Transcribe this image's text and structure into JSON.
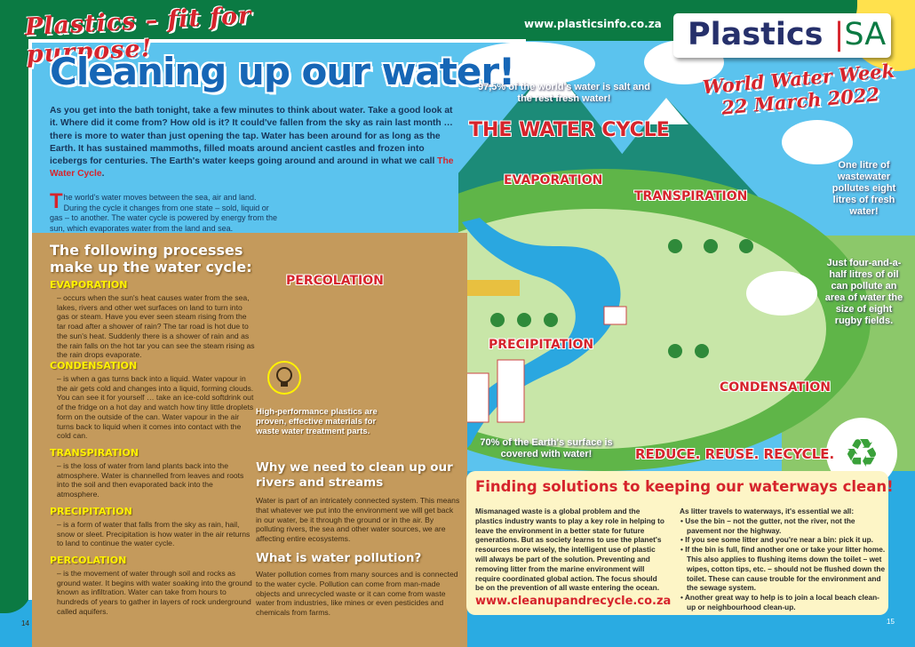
{
  "header": {
    "banner": "Plastics – fit for purpose!",
    "url": "www.plasticsinfo.co.za",
    "logo": {
      "left": "Plastics",
      "separator": "|",
      "right": "SA"
    },
    "event_line1": "World Water Week",
    "event_line2": "22 March 2022"
  },
  "title": "Cleaning up our water!",
  "intro": {
    "text": "As you get into the bath tonight, take a few minutes to think about water. Take a good look at it. Where did it come from? How old is it? It could've fallen from the sky as rain last month … there is more to water than just opening the tap. Water has been around for as long as the Earth. It has sustained mammoths, filled moats around ancient castles and frozen into icebergs for centuries. The Earth's water keeps going around and around in what we call ",
    "highlight": "The Water Cycle",
    "end": ".",
    "dropcap": "T",
    "para2": "he world's water moves between the sea, air and land. During the cycle it changes from one state – sold, liquid or gas – to another. The water cycle is powered by energy from the sun, which evaporates water from the land and sea."
  },
  "processes": {
    "heading": "The following processes make up the water cycle:",
    "items": [
      {
        "title": "EVAPORATION",
        "text": "– occurs when the sun's heat causes water from the sea, lakes, rivers and other wet surfaces on land to turn into gas or steam. Have you ever seen steam rising from the tar road after a shower of rain? The tar road is hot due to the sun's heat. Suddenly there is a shower of rain and as the rain falls on the hot tar you can see the steam rising as the rain drops evaporate."
      },
      {
        "title": "CONDENSATION",
        "text": "– is when a gas turns back into a liquid. Water vapour in the air gets cold and changes into a liquid, forming clouds. You can see it for yourself … take an ice-cold softdrink out of the fridge on a hot day and watch how tiny little droplets form on the outside of the can. Water vapour in the air turns back to liquid when it comes into contact with the cold can."
      },
      {
        "title": "TRANSPIRATION",
        "text": "– is the loss of water from land plants back into the atmosphere. Water is channelled from leaves and roots into the soil and then evaporated back into the atmosphere."
      },
      {
        "title": "PRECIPITATION",
        "text": "– is a form of water that falls from the sky as rain, hail, snow or sleet. Precipitation is how water in the air returns to land to continue the water cycle."
      },
      {
        "title": "PERCOLATION",
        "text": "– is the movement of water through soil and rocks as ground water. It begins with water soaking into the ground known as infiltration. Water can take from hours to hundreds of years to gather in layers of rock underground called aquifers."
      }
    ]
  },
  "page_left": "14",
  "page_right": "15",
  "high_performance": "High-performance plastics are proven, effective materials for waste water treatment parts.",
  "why": {
    "heading": "Why we need to clean up our rivers and streams",
    "text": "Water is part of an intricately connected system. This means that whatever we put into the environment we will get back in our water, be it through the ground or in the air. By polluting rivers, the sea and other water sources, we are affecting entire ecosystems."
  },
  "pollution": {
    "heading": "What is water pollution?",
    "text": "Water pollution comes from many sources and is connected to the water cycle. Pollution can come from man-made objects and unrecycled waste or it can come from waste water from industries, like mines or even pesticides and chemicals from farms."
  },
  "diagram": {
    "salt_fact": "97,5% of the world's water is salt and the rest fresh water!",
    "title": "THE WATER CYCLE",
    "labels": {
      "evaporation": "EVAPORATION",
      "transpiration": "TRANSPIRATION",
      "percolation": "PERCOLATION",
      "precipitation": "PRECIPITATION",
      "condensation": "CONDENSATION"
    },
    "surface_fact": "70% of the Earth's surface is covered with water!",
    "slogan": "REDUCE. REUSE. RECYCLE.",
    "wastewater_fact": "One litre of wastewater pollutes eight litres of fresh water!",
    "oil_fact": "Just four-and-a-half litres of oil can pollute an area of water the size of eight rugby fields."
  },
  "solutions": {
    "heading": "Finding solutions to keeping our waterways clean!",
    "text": "Mismanaged waste is a global problem and the plastics industry wants to play a key role in helping to leave the environment in a better state for future generations. But as society learns to use the planet's resources more wisely, the intelligent use of plastic will always be part of the solution. Preventing and removing litter from the marine environment will require coordinated global action. The focus should be on the prevention of all waste entering the ocean.",
    "website": "www.cleanupandrecycle.co.za",
    "list_intro": "As litter travels to waterways, it's essential we all:",
    "bullets": [
      "Use the bin – not the gutter, not the river, not the pavement nor the highway.",
      "If you see some litter and you're near a bin: pick it up.",
      "If the bin is full, find another one or take your litter home. This also applies to flushing items down the toilet – wet wipes, cotton tips, etc. – should not be flushed down the toilet. These can cause trouble for the environment and the sewage system.",
      "Another great way to help is to join a local beach clean-up or neighbourhood clean-up."
    ]
  },
  "colors": {
    "green": "#0b7a43",
    "red": "#d6242c",
    "blue": "#1666b6",
    "tan": "#c49a5c",
    "sky": "#5bc3ee",
    "cream": "#fdf5c6",
    "yellow": "#fff200"
  }
}
